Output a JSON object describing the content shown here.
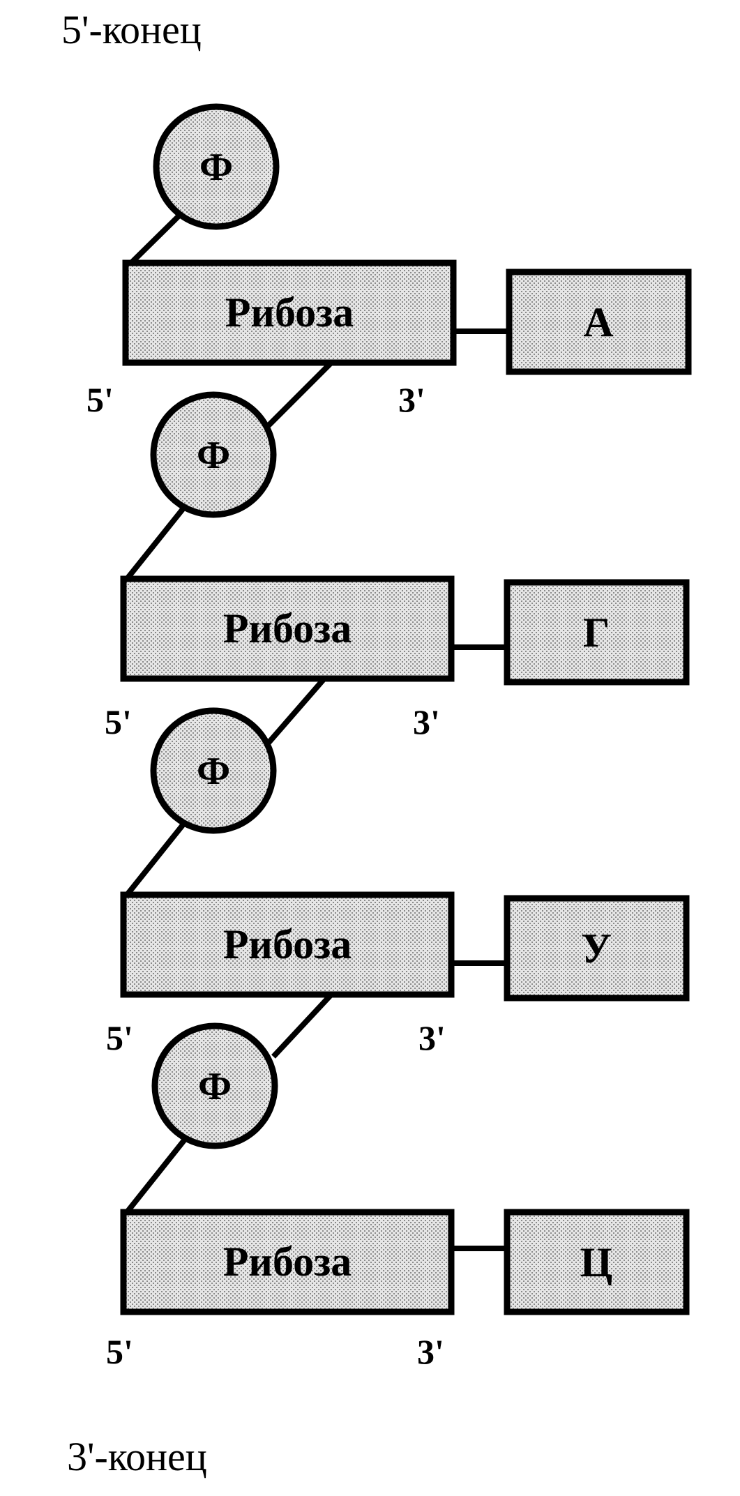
{
  "five_prime_end": "5'-конец",
  "three_prime_end": "3'-конец",
  "phosphate_label": "Ф",
  "ribose_label": "Рибоза",
  "prime_5": "5'",
  "prime_3": "3'",
  "nucleotides": [
    {
      "base": "А"
    },
    {
      "base": "Г"
    },
    {
      "base": "У"
    },
    {
      "base": "Ц"
    }
  ],
  "colors": {
    "fill": "#d9d9d9",
    "stroke": "#000000"
  }
}
